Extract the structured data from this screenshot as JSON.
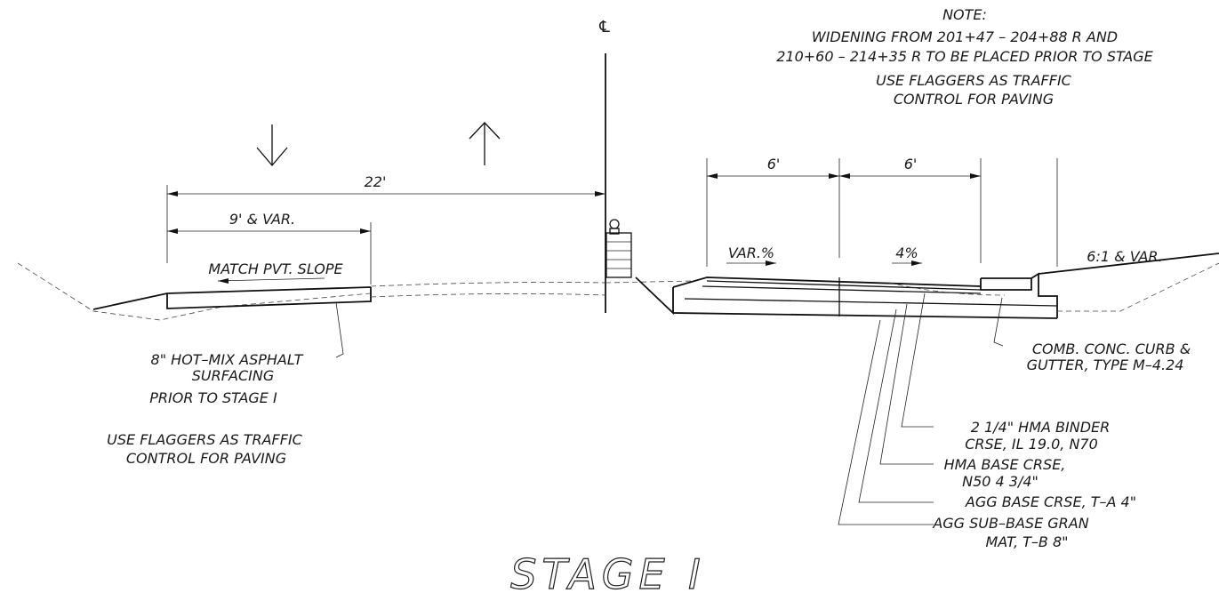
{
  "note": {
    "heading": "NOTE:",
    "line1": "WIDENING FROM 201+47 – 204+88 R AND",
    "line2": "210+60 – 214+35 R TO BE PLACED PRIOR TO STAGE",
    "line3": "USE FLAGGERS AS TRAFFIC",
    "line4": "CONTROL FOR PAVING"
  },
  "centerline_symbol": "℄",
  "dimensions": {
    "overall_left": "22'",
    "left_lane": "9' & VAR.",
    "right_seg1": "6'",
    "right_seg2": "6'"
  },
  "slopes": {
    "match_slope": "MATCH PVT. SLOPE",
    "right_var": "VAR.%",
    "right_pct": "4%",
    "side_slope": "6:1 & VAR."
  },
  "left_callouts": {
    "asphalt_line1": "8\"   HOT–MIX ASPHALT",
    "asphalt_line2": "SURFACING",
    "asphalt_line3": "PRIOR TO STAGE I",
    "flaggers_line1": "USE FLAGGERS AS TRAFFIC",
    "flaggers_line2": "CONTROL FOR PAVING"
  },
  "right_callouts": {
    "curb_line1": "COMB. CONC. CURB &",
    "curb_line2": "GUTTER, TYPE M–4.24",
    "binder_line1": "2  1/4\"   HMA BINDER",
    "binder_line2": "CRSE, IL 19.0, N70",
    "base_line1": "HMA BASE CRSE,",
    "base_line2": "N50   4  3/4\"",
    "agg_base": "AGG BASE CRSE, T–A    4\"",
    "subbase_line1": "AGG SUB–BASE GRAN",
    "subbase_line2": "MAT, T–B  8\""
  },
  "title": "STAGE  I"
}
